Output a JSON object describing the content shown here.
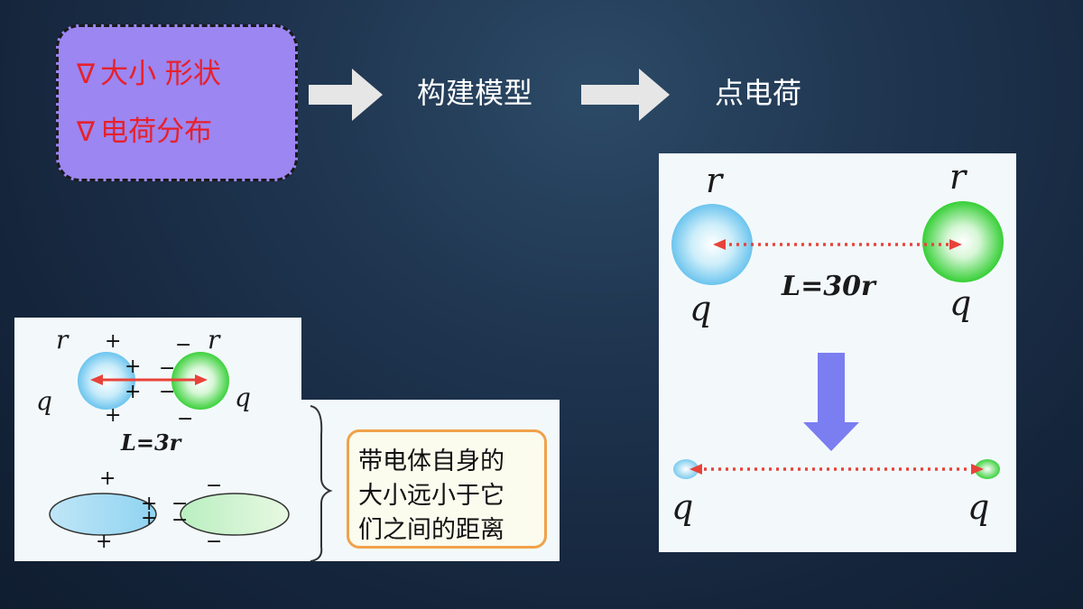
{
  "top_box": {
    "line1": "大小 形状",
    "line2": "电荷分布",
    "bullet_symbol": "∇"
  },
  "flow": {
    "step1": "构建模型",
    "step2": "点电荷"
  },
  "left_panel": {
    "r_left": "r",
    "r_right": "r",
    "q_left": "q",
    "q_right": "q",
    "plus": "+",
    "minus": "−",
    "distance_label": "L=3r"
  },
  "note": {
    "line1": "带电体自身的",
    "line2": "大小远小于它",
    "line3": "们之间的距离"
  },
  "right_panel": {
    "r_left": "r",
    "r_right": "r",
    "q_left": "q",
    "q_right": "q",
    "distance_label": "L=30r",
    "q_small_left": "q",
    "q_small_right": "q"
  },
  "colors": {
    "box_fill": "#9b86f2",
    "prop_text": "#e8202a",
    "arrow": "#e6e6e6",
    "red_arrow": "#e8433a",
    "blue_sphere": "#6cc4ee",
    "green_sphere": "#3dd13d",
    "down_arrow": "#7a7ef0",
    "note_border": "#f0a24a"
  }
}
